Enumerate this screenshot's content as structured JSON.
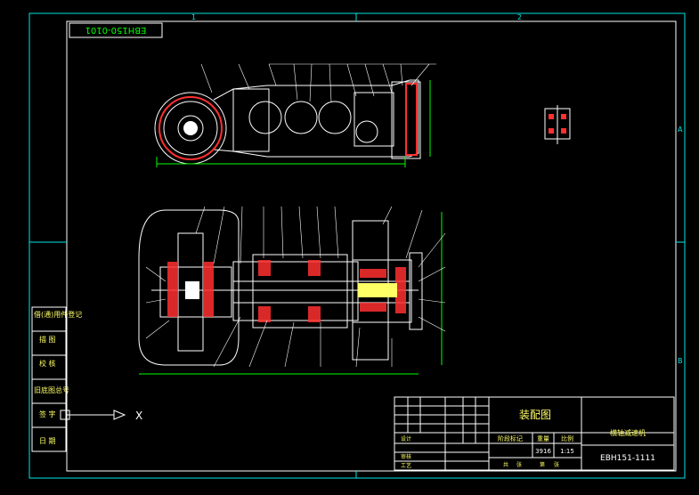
{
  "drawing": {
    "code_box": "EBH150-0101",
    "zone_top": [
      "1",
      "2"
    ],
    "zone_right": [
      "A",
      "B"
    ],
    "side_labels": [
      "借(通)用件登记",
      "描 图",
      "校 核",
      "旧底图总号",
      "签 字",
      "日 期"
    ],
    "title_block": {
      "drawing_title": "装配图",
      "product_name": "横轴减速机",
      "drawing_number": "EBH151-1111",
      "headers": [
        "阶段标记",
        "重量",
        "比例"
      ],
      "weight": "3916",
      "scale": "1:15",
      "row_labels": [
        "设计",
        "审核",
        "工艺"
      ],
      "sheet_labels": [
        "共",
        "张",
        "第",
        "张"
      ]
    },
    "ucs_label": "X",
    "colors": {
      "background": "#000000",
      "frame": "#00e5e5",
      "geometry": "#ffffff",
      "hatch": "#ff3030",
      "dimension": "#00ff00",
      "title_text": "#ffff66"
    }
  }
}
